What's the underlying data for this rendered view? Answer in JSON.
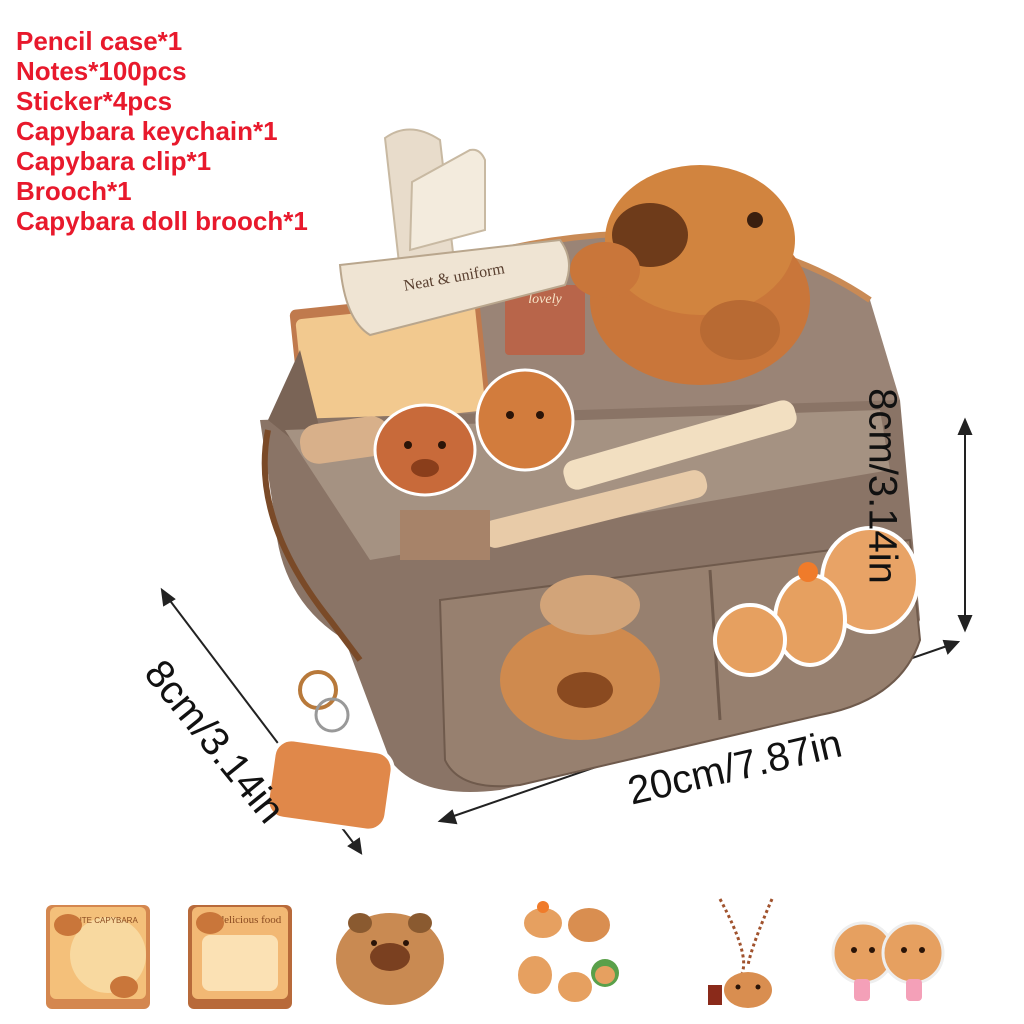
{
  "contents_list": [
    "Pencil case*1",
    "Notes*100pcs",
    "Sticker*4pcs",
    "Capybara keychain*1",
    "Capybara clip*1",
    "Brooch*1",
    "Capybara doll brooch*1"
  ],
  "dimensions": {
    "height": "8cm/3.14in",
    "width": "20cm/7.87in",
    "depth": "8cm/3.14in"
  },
  "product_labels": {
    "clip_text": "Neat & uniform",
    "note_text": "delicious food",
    "lovely_text": "lovely",
    "cute_note_text": "CUTE CAPYBARA"
  },
  "colors": {
    "list_text": "#e8192c",
    "case_body": "#8a7466",
    "capybara": "#c9763a"
  },
  "accessory_thumbnails": [
    {
      "name": "cute-capybara-notes",
      "text": "CUTE CAPYBARA"
    },
    {
      "name": "delicious-food-notes",
      "text": "delicious food"
    },
    {
      "name": "plush-capybara-brooch"
    },
    {
      "name": "capybara-stickers"
    },
    {
      "name": "capybara-keychain"
    },
    {
      "name": "capybara-acrylic-brooches"
    }
  ]
}
